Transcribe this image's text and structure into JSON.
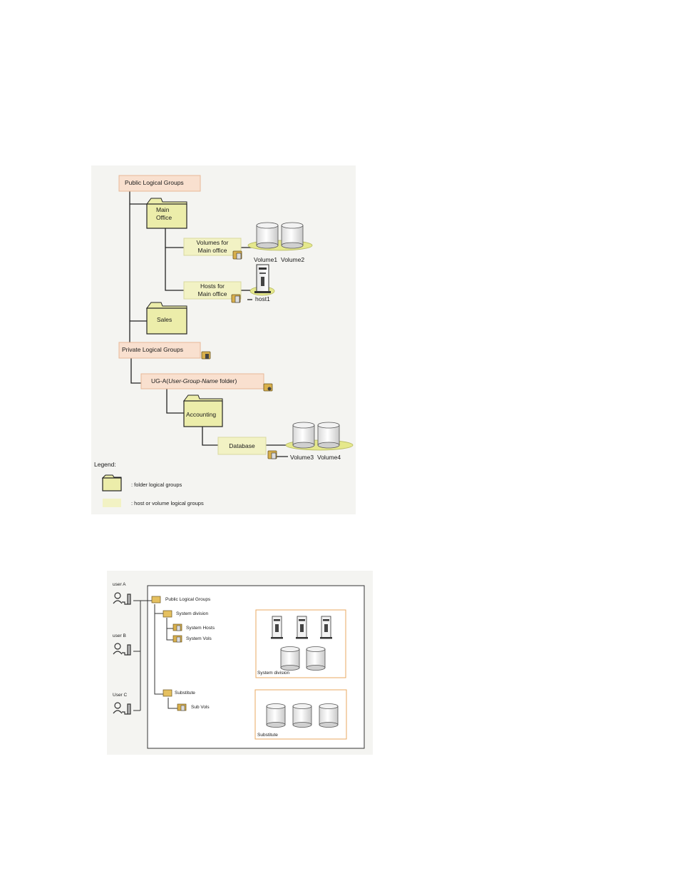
{
  "diagram1": {
    "public_groups": "Public Logical Groups",
    "main_office": [
      "Main",
      "Office"
    ],
    "volumes_group": [
      "Volumes for",
      "Main office"
    ],
    "hosts_group": [
      "Hosts for",
      "Main office"
    ],
    "sales": "Sales",
    "private_groups": "Private Logical Groups",
    "ug_folder": {
      "prefix": "UG-A(",
      "italic": "User-Group-Name",
      "suffix": " folder)"
    },
    "accounting": "Accounting",
    "database": "Database",
    "volumes": [
      "Volume1",
      "Volume2",
      "Volume3",
      "Volume4"
    ],
    "host": "host1",
    "legend": {
      "title": "Legend:",
      "folder": ": folder logical groups",
      "hostvol": ": host or volume logical groups"
    }
  },
  "diagram2": {
    "users": [
      "user A",
      "user B",
      "User C"
    ],
    "public_groups": "Public Logical Groups",
    "system_division": "System division",
    "system_hosts": "System Hosts",
    "system_vols": "System Vols",
    "substitute": "Substitute",
    "sub_vols": "Sub Vols",
    "box_system": "System division",
    "box_substitute": "Substitute"
  },
  "colors": {
    "folder_fill": "#ecedaa",
    "group_fill": "#f2f2c4",
    "public_fill": "#f9e0cf",
    "public_border": "#e8b898",
    "disk_base": "#e5e88c",
    "box_border": "#e8a860"
  }
}
